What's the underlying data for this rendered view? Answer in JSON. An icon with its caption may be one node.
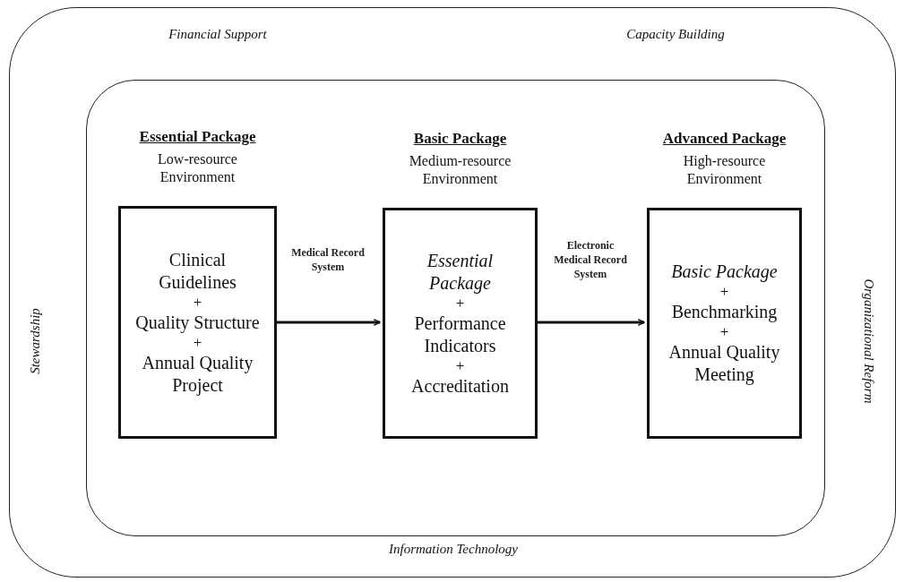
{
  "diagram": {
    "nodes": [
      {
        "text": [
          "Financial Support",
          "Capacity Building",
          "Stewardship",
          "Organizational Reform",
          "Information Technology"
        ]
      },
      {
        "text": [],
        "shape": "box",
        "in": 0
      },
      {
        "text": [
          "Essential Package",
          "Low-resource Environment",
          "Clinical Guidelines",
          "+",
          "Quality Structure",
          "+",
          "Annual Quality Project"
        ],
        "in": 1
      },
      {
        "text": [
          "Basic Package",
          "Medium-resource Environment",
          "*Essential Package*",
          "+",
          "Performance Indicators",
          "+",
          "Accreditation"
        ],
        "in": 1
      },
      {
        "text": [
          "Advanced Package",
          "High-resource Environment",
          "*Basic Package*",
          "+",
          "Benchmarking",
          "+",
          "Annual Quality Meeting"
        ],
        "in": 1
      }
    ],
    "edges": [
      {
        "from": 2,
        "to": 3,
        "arrow": "to",
        "label": "Medical Record System"
      },
      {
        "from": 3,
        "to": 4,
        "arrow": "to",
        "label": "Electronic Medical Record System"
      }
    ]
  }
}
